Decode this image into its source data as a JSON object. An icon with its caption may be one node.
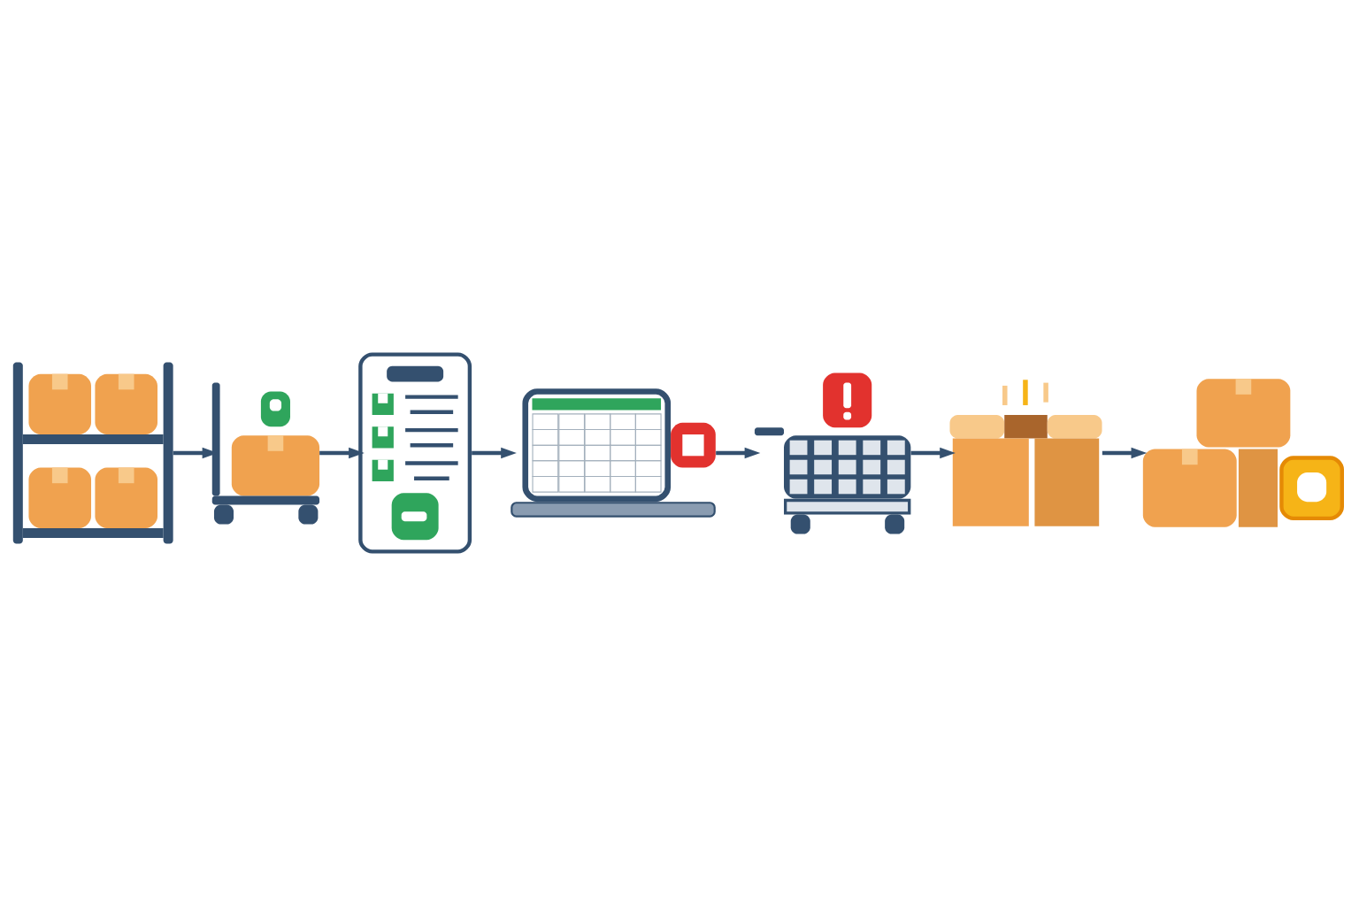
{
  "diagram": {
    "nodes": [
      {
        "text": [],
        "shape": "picture"
      },
      {
        "text": [],
        "shape": "picture"
      },
      {
        "text": [],
        "shape": "picture"
      },
      {
        "text": [],
        "shape": "picture"
      },
      {
        "text": [],
        "shape": "picture"
      },
      {
        "text": [],
        "shape": "picture"
      },
      {
        "text": [],
        "shape": "picture"
      }
    ],
    "edges": [
      {
        "from": 0,
        "to": 1,
        "arrow": "to"
      },
      {
        "from": 1,
        "to": 2,
        "arrow": "to"
      },
      {
        "from": 2,
        "to": 3,
        "arrow": "to"
      },
      {
        "from": 3,
        "to": 4,
        "arrow": "to"
      },
      {
        "from": 4,
        "to": 5,
        "arrow": "to"
      },
      {
        "from": 5,
        "to": 6,
        "arrow": "to"
      }
    ]
  }
}
